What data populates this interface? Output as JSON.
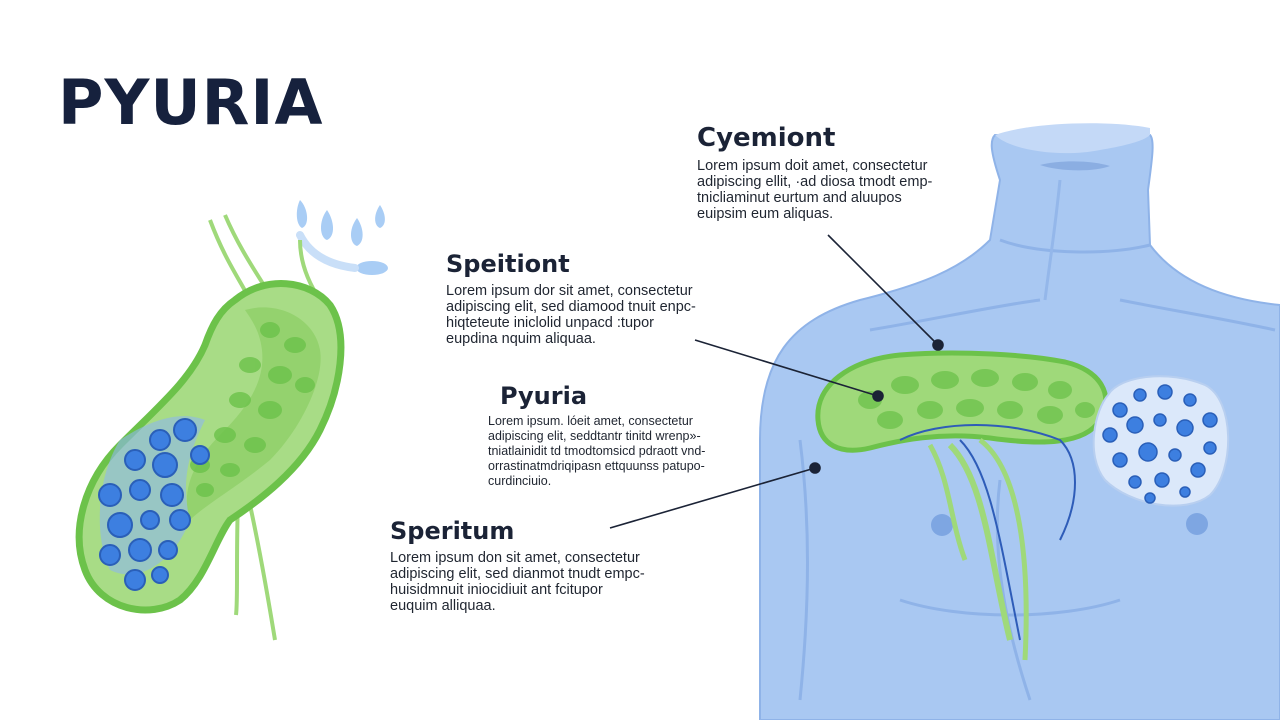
{
  "title": "PYURIA",
  "colors": {
    "title": "#16213d",
    "green_fill": "#9fd97a",
    "green_stroke": "#6cc24a",
    "blue_cell": "#3d7fe0",
    "body_blue": "#a9c8f2",
    "ink": "#1b2336"
  },
  "labels": [
    {
      "heading": "Cyemiont",
      "lines": [
        "Lorem ipsum doit amet, consectetur",
        "adipiscing ellit, ·ad diosa tmodt emp-",
        "tnicliaminut eurtum and aluupos",
        "euipsim eum aliquas."
      ]
    },
    {
      "heading": "Speitiont",
      "lines": [
        "Lorem ipsum dor sit amet, consectetur",
        "adipiscing elit, sed diamood tnuit enpc-",
        "hiqteteute iniclolid unpacd :tupor",
        "eupdina nquim aliquaa."
      ]
    },
    {
      "heading": "Pyuria",
      "lines": [
        "Lorem ipsum. lóeit amet, consectetur",
        "adipiscing elit, seddtantr tinitd wrenp»-",
        "tniatlainidit td tmodtomsicd pdraott vnd-",
        "orrastinatmdriqipasn ettquunss patupo-",
        "curdinciuio."
      ]
    },
    {
      "heading": "Speritum",
      "lines": [
        "Lorem ipsum don sit amet, consectetur",
        "adipiscing elit, sed dianmot tnudt empc-",
        "huisidmnuit iniocidiuit ant fcitupor",
        "euquim alliquaa."
      ]
    }
  ],
  "icons": [
    "kidney-illustration",
    "urine-droplets-icon",
    "torso-illustration",
    "pus-cells-icon"
  ]
}
